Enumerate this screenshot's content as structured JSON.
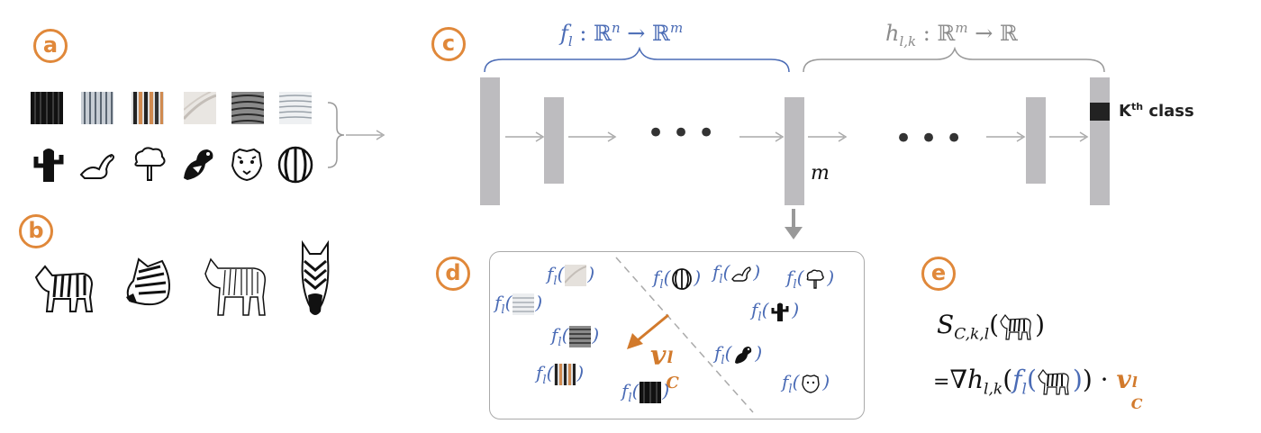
{
  "badges": {
    "a": "a",
    "b": "b",
    "c": "c",
    "d": "d",
    "e": "e"
  },
  "network": {
    "f_label": "f",
    "f_sub": "l",
    "f_rest": " : ℝ",
    "f_n": "n",
    "f_arrow": " → ℝ",
    "f_m": "m",
    "h_label": "h",
    "h_sub": "l,k",
    "h_rest": " : ℝ",
    "h_m": "m",
    "h_arrow": " → ℝ",
    "dots": "•••",
    "m_label": "m",
    "kth_main": "K",
    "kth_sup": "th",
    "kth_rest": " class"
  },
  "panel_d": {
    "fl": "f",
    "fl_sub": "l",
    "v": "v",
    "v_sup": "l",
    "v_sub": "C"
  },
  "panel_e": {
    "s": "S",
    "s_sub": "C,k,l",
    "eq": "=",
    "nabla": "∇",
    "h": "h",
    "h_sub": "l,k",
    "f": "f",
    "f_sub": "l",
    "dot": "·",
    "v": "v",
    "v_sup": "l",
    "v_sub": "C"
  },
  "colors": {
    "accent": "#e0883a",
    "blue": "#4a6bb5",
    "gray": "#bdbcbf"
  }
}
